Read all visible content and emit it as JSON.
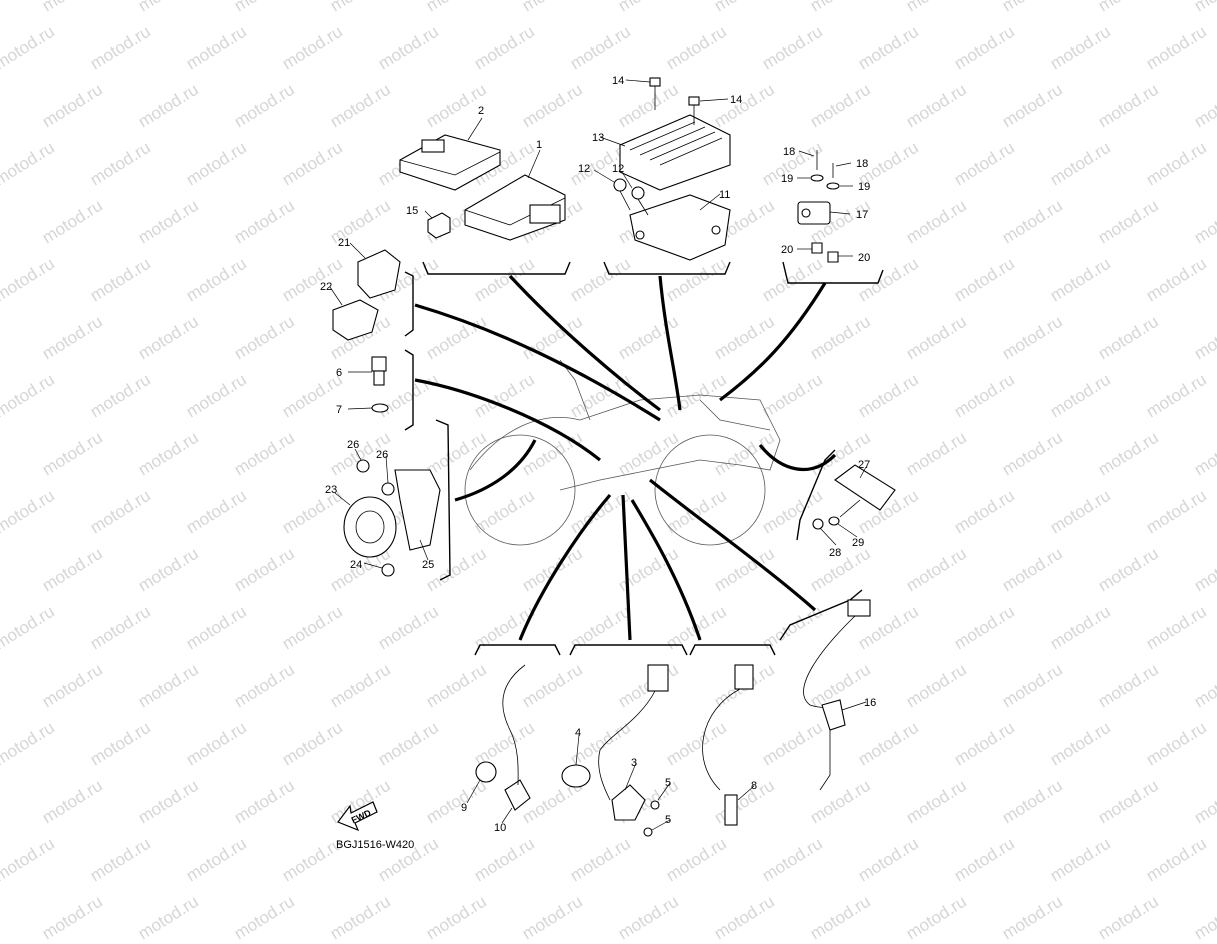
{
  "watermark": "motod.ru",
  "diagram_code": "BGJ1516-W420",
  "fwd_label": "FWD",
  "callouts": [
    "1",
    "2",
    "3",
    "4",
    "5",
    "5",
    "6",
    "7",
    "8",
    "9",
    "10",
    "11",
    "12",
    "12",
    "13",
    "14",
    "14",
    "15",
    "16",
    "17",
    "18",
    "18",
    "19",
    "19",
    "20",
    "20",
    "21",
    "22",
    "23",
    "24",
    "25",
    "26",
    "26",
    "27",
    "28",
    "29"
  ]
}
